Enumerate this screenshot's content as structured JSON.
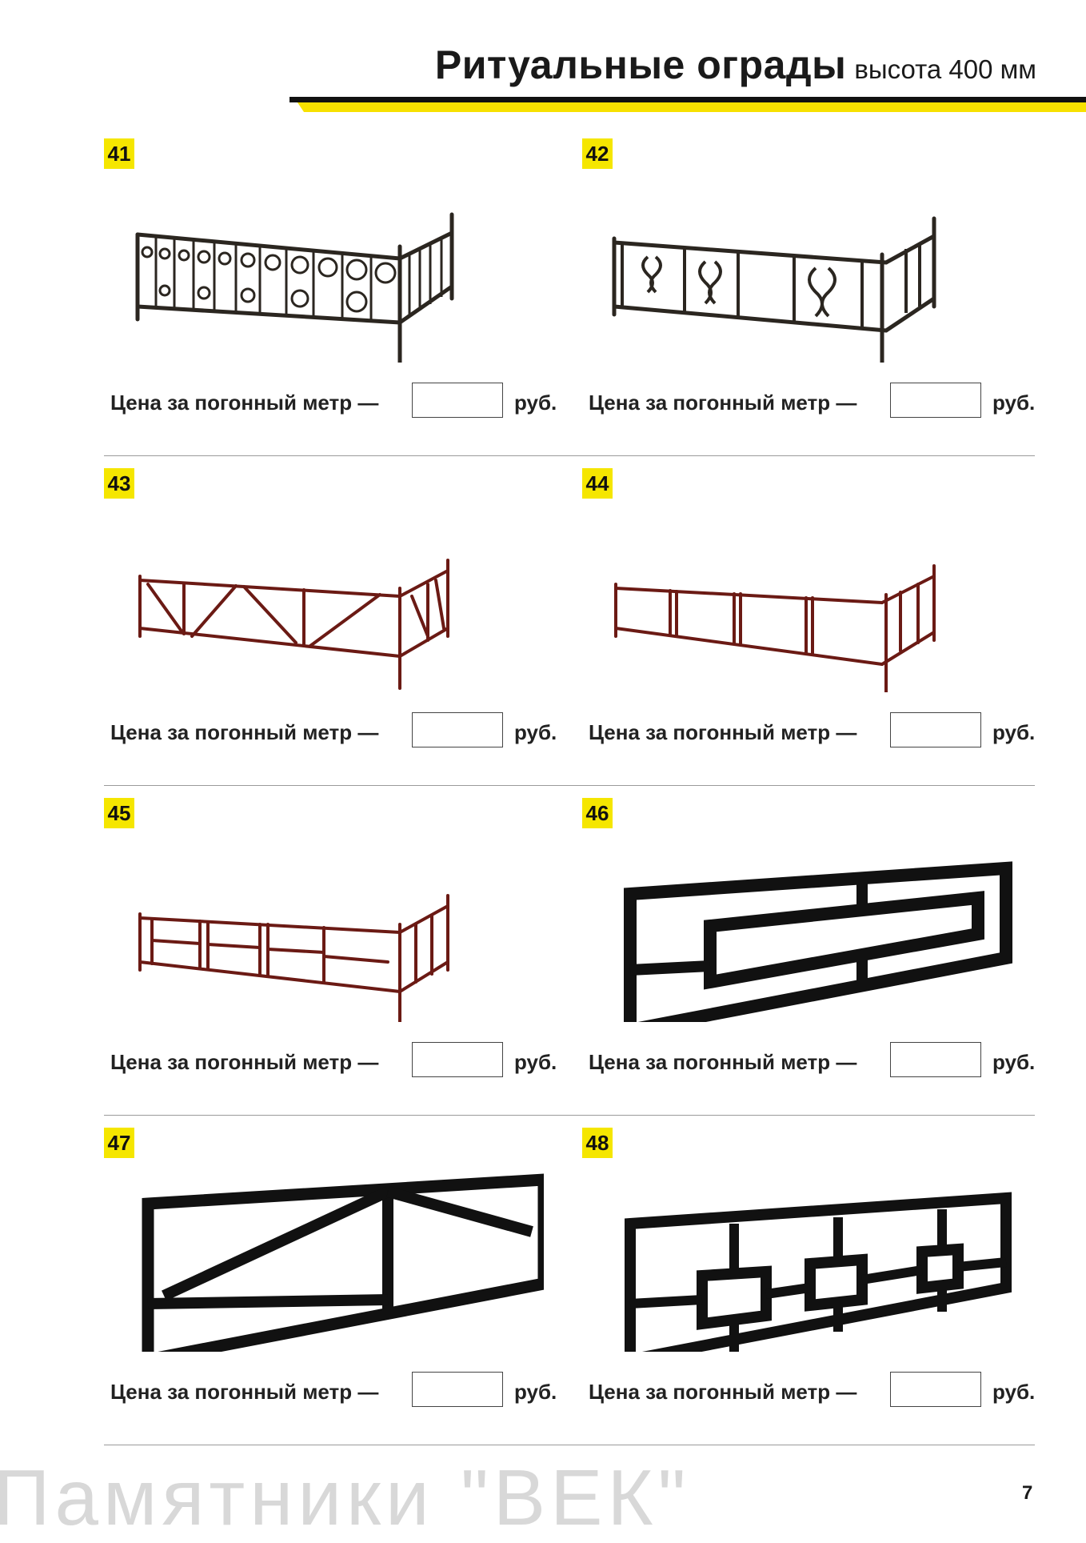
{
  "header": {
    "title": "Ритуальные ограды",
    "subtitle": "высота 400 мм"
  },
  "items": [
    {
      "number": "41",
      "price_label": "Цена за погонный метр —",
      "currency": "руб."
    },
    {
      "number": "42",
      "price_label": "Цена за погонный метр —",
      "currency": "руб."
    },
    {
      "number": "43",
      "price_label": "Цена за погонный метр —",
      "currency": "руб."
    },
    {
      "number": "44",
      "price_label": "Цена за погонный метр —",
      "currency": "руб."
    },
    {
      "number": "45",
      "price_label": "Цена за погонный метр —",
      "currency": "руб."
    },
    {
      "number": "46",
      "price_label": "Цена за погонный метр —",
      "currency": "руб."
    },
    {
      "number": "47",
      "price_label": "Цена за погонный метр —",
      "currency": "руб."
    },
    {
      "number": "48",
      "price_label": "Цена за погонный метр —",
      "currency": "руб."
    }
  ],
  "footer": {
    "brand": "Памятники \"ВЕК\"",
    "page_number": "7"
  },
  "colors": {
    "accent": "#f5e600",
    "fence_dark": "#2b2620",
    "fence_red": "#6b1a14",
    "fence_black": "#111111"
  }
}
